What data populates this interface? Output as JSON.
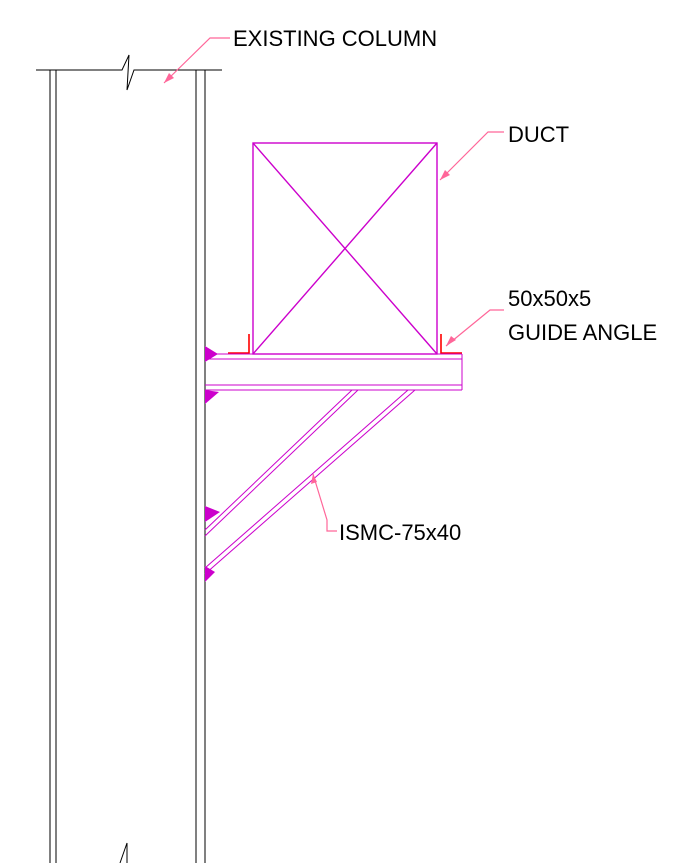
{
  "labels": {
    "column": "EXISTING COLUMN",
    "duct": "DUCT",
    "angle_line1": "50x50x5",
    "angle_line2": "GUIDE ANGLE",
    "channel": "ISMC-75x40"
  },
  "colors": {
    "background": "#ffffff",
    "column_lines": "#000000",
    "duct": "#cc00cc",
    "bracket": "#cc00cc",
    "weld": "#cc00cc",
    "leader": "#ff6699",
    "guide_angle": "#ff0000",
    "text": "#000000"
  }
}
